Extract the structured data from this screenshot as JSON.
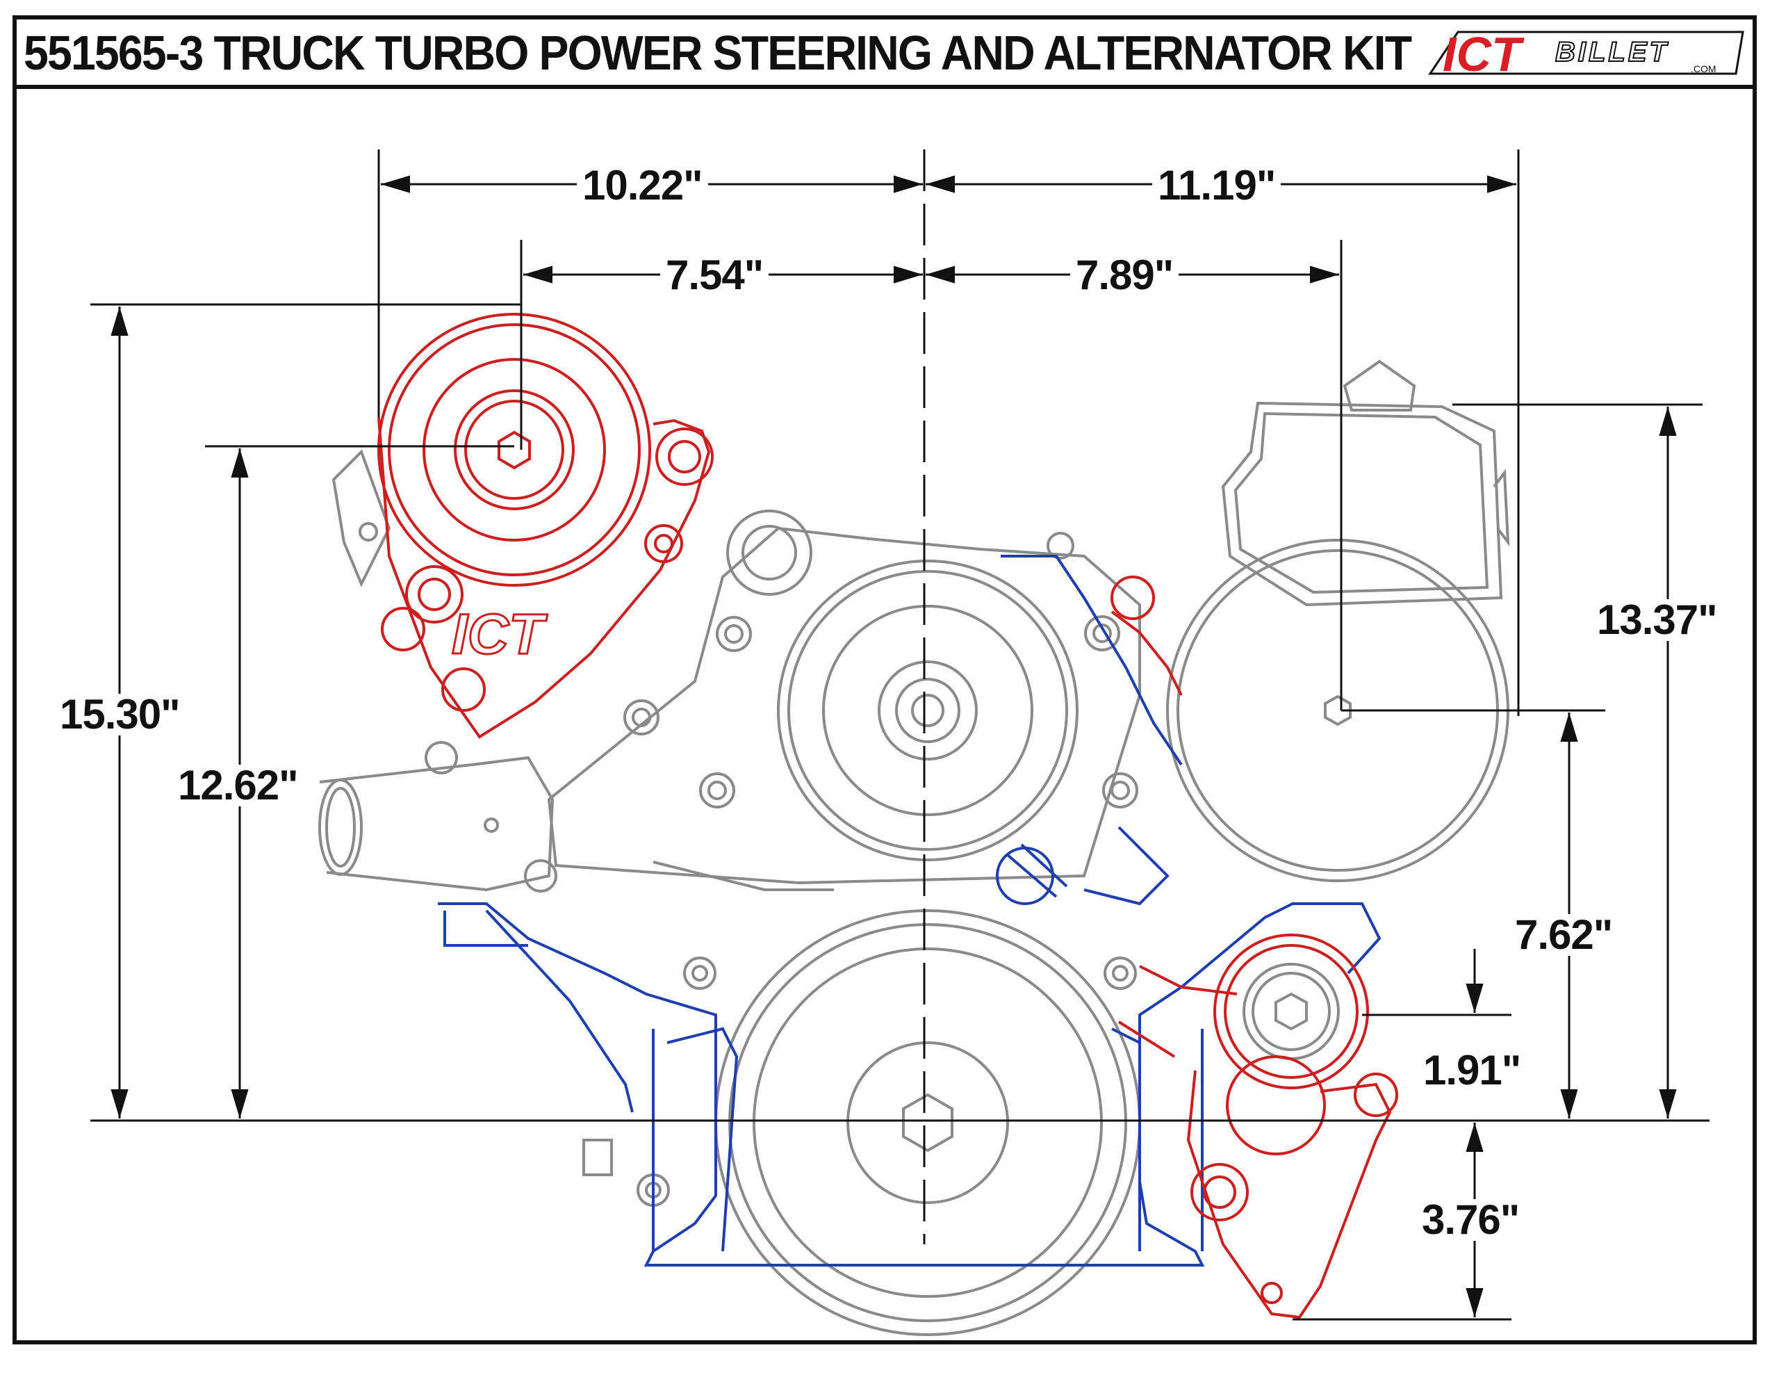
{
  "title": "551565-3 TRUCK TURBO POWER STEERING AND ALTERNATOR  KIT",
  "logo": {
    "brand": "ICT",
    "sub": "BILLET",
    "suffix": ".COM"
  },
  "overlay_logo": "ICT",
  "colors": {
    "bracket": "#cc1f1f",
    "engine_front": "#1f3fb0",
    "engine": "#8a8a8a",
    "dimension": "#111111"
  },
  "dimensions": {
    "top_left": "10.22\"",
    "top_right": "11.19\"",
    "mid_left": "7.54\"",
    "mid_right": "7.89\"",
    "left_outer": "15.30\"",
    "left_inner": "12.62\"",
    "right_outer": "13.37\"",
    "right_inner": "7.62\"",
    "idler_above": "1.91\"",
    "idler_below": "3.76\""
  }
}
